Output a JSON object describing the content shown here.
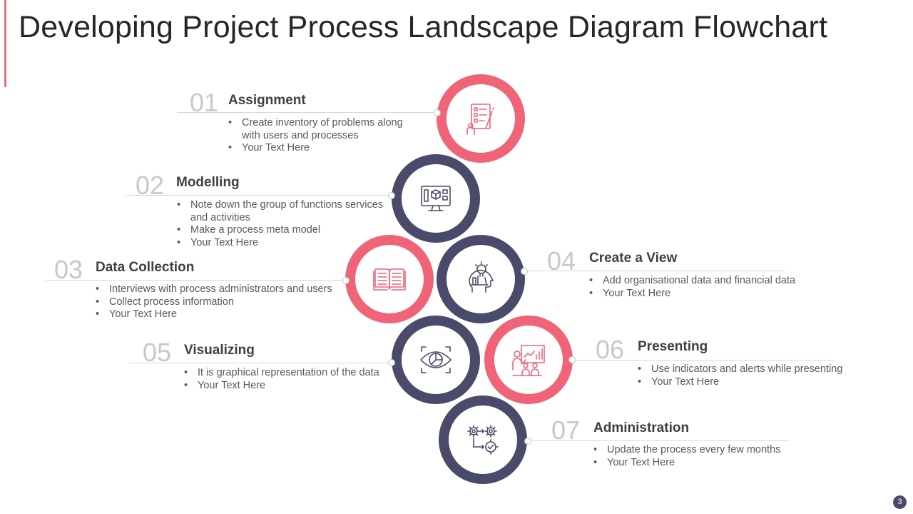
{
  "title": "Developing Project Process Landscape Diagram Flowchart",
  "colors": {
    "pink": "#ef6477",
    "navy": "#4a4a6a",
    "accent_bar": "#e0727f"
  },
  "steps": [
    {
      "num": "01",
      "heading": "Assignment",
      "icon": "checklist-icon",
      "ring_color": "pink",
      "bullets": [
        "Create inventory of problems along with users and processes",
        "Your Text Here"
      ]
    },
    {
      "num": "02",
      "heading": "Modelling",
      "icon": "monitor-model-icon",
      "ring_color": "navy",
      "bullets": [
        "Note down the group of functions services and activities",
        "Make  a process meta model",
        "Your Text Here"
      ]
    },
    {
      "num": "03",
      "heading": "Data Collection",
      "icon": "open-book-icon",
      "ring_color": "pink",
      "bullets": [
        "Interviews with process administrators and users",
        "Collect process information",
        "Your Text Here"
      ]
    },
    {
      "num": "04",
      "heading": "Create a View",
      "icon": "head-lightbulb-icon",
      "ring_color": "navy",
      "bullets": [
        "Add organisational data and financial data",
        "Your Text Here"
      ]
    },
    {
      "num": "05",
      "heading": "Visualizing",
      "icon": "eye-chart-icon",
      "ring_color": "navy",
      "bullets": [
        "It is graphical representation of the data",
        "Your Text Here"
      ]
    },
    {
      "num": "06",
      "heading": "Presenting",
      "icon": "presentation-icon",
      "ring_color": "pink",
      "bullets": [
        "Use indicators and alerts while presenting",
        "Your Text Here"
      ]
    },
    {
      "num": "07",
      "heading": "Administration",
      "icon": "gears-workflow-icon",
      "ring_color": "navy",
      "bullets": [
        "Update the process every few months",
        "Your Text Here"
      ]
    }
  ],
  "page_number": "3"
}
